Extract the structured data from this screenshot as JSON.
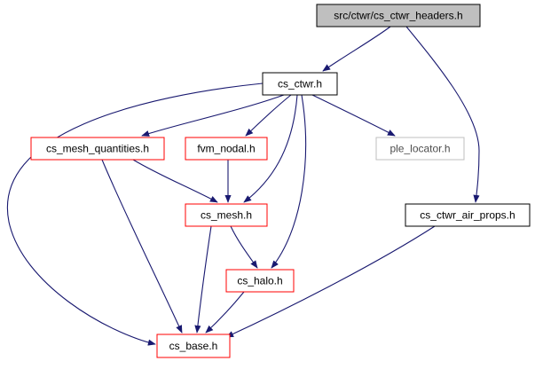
{
  "graph": {
    "nodes": [
      {
        "id": "cs_ctwr_headers",
        "label": "src/ctwr/cs_ctwr_headers.h",
        "style": "root"
      },
      {
        "id": "cs_ctwr",
        "label": "cs_ctwr.h",
        "style": "normal"
      },
      {
        "id": "cs_mesh_quantities",
        "label": "cs_mesh_quantities.h",
        "style": "red"
      },
      {
        "id": "fvm_nodal",
        "label": "fvm_nodal.h",
        "style": "red"
      },
      {
        "id": "ple_locator",
        "label": "ple_locator.h",
        "style": "gray"
      },
      {
        "id": "cs_mesh",
        "label": "cs_mesh.h",
        "style": "red"
      },
      {
        "id": "cs_ctwr_air_props",
        "label": "cs_ctwr_air_props.h",
        "style": "normal"
      },
      {
        "id": "cs_halo",
        "label": "cs_halo.h",
        "style": "red"
      },
      {
        "id": "cs_base",
        "label": "cs_base.h",
        "style": "red"
      }
    ],
    "edges": [
      {
        "from": "cs_ctwr_headers",
        "to": "cs_ctwr"
      },
      {
        "from": "cs_ctwr_headers",
        "to": "cs_ctwr_air_props"
      },
      {
        "from": "cs_ctwr",
        "to": "cs_base"
      },
      {
        "from": "cs_ctwr",
        "to": "cs_mesh_quantities"
      },
      {
        "from": "cs_ctwr",
        "to": "fvm_nodal"
      },
      {
        "from": "cs_ctwr",
        "to": "cs_mesh"
      },
      {
        "from": "cs_ctwr",
        "to": "cs_halo"
      },
      {
        "from": "cs_ctwr",
        "to": "ple_locator"
      },
      {
        "from": "cs_mesh_quantities",
        "to": "cs_mesh"
      },
      {
        "from": "cs_mesh_quantities",
        "to": "cs_base"
      },
      {
        "from": "fvm_nodal",
        "to": "cs_mesh"
      },
      {
        "from": "cs_mesh",
        "to": "cs_halo"
      },
      {
        "from": "cs_mesh",
        "to": "cs_base"
      },
      {
        "from": "cs_halo",
        "to": "cs_base"
      },
      {
        "from": "cs_ctwr_air_props",
        "to": "cs_base"
      }
    ]
  },
  "colors": {
    "edge": "#191970",
    "root_fill": "#bfbfbf",
    "root_border": "#000000",
    "normal_border": "#000000",
    "red_border": "#ff0000",
    "gray_border": "#bfbfbf",
    "gray_text": "#4d4d4d",
    "text": "#000000"
  }
}
